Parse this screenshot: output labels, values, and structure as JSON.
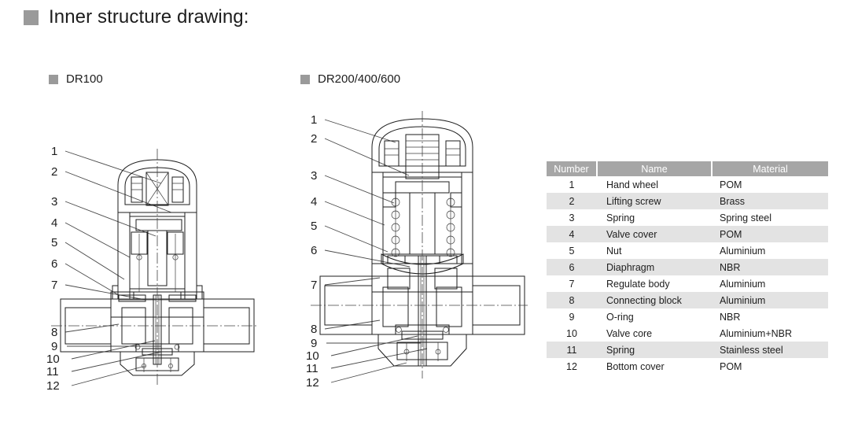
{
  "main_heading": {
    "text": "Inner structure drawing:",
    "bullet": "square-bullet"
  },
  "sections": [
    {
      "id": "dr100",
      "label": "DR100"
    },
    {
      "id": "dr200",
      "label": "DR200/400/600"
    }
  ],
  "callouts": {
    "dr100": [
      "1",
      "2",
      "3",
      "4",
      "5",
      "6",
      "7",
      "8",
      "9",
      "10",
      "11",
      "12"
    ],
    "dr200": [
      "1",
      "2",
      "3",
      "4",
      "5",
      "6",
      "7",
      "8",
      "9",
      "10",
      "11",
      "12"
    ]
  },
  "parts_table": {
    "headers": [
      "Number",
      "Name",
      "Material"
    ],
    "rows": [
      {
        "number": "1",
        "name": "Hand wheel",
        "material": "POM"
      },
      {
        "number": "2",
        "name": "Lifting screw",
        "material": "Brass"
      },
      {
        "number": "3",
        "name": "Spring",
        "material": "Spring steel"
      },
      {
        "number": "4",
        "name": "Valve cover",
        "material": "POM"
      },
      {
        "number": "5",
        "name": "Nut",
        "material": "Aluminium"
      },
      {
        "number": "6",
        "name": "Diaphragm",
        "material": "NBR"
      },
      {
        "number": "7",
        "name": "Regulate body",
        "material": "Aluminium"
      },
      {
        "number": "8",
        "name": "Connecting block",
        "material": "Aluminium"
      },
      {
        "number": "9",
        "name": "O-ring",
        "material": "NBR"
      },
      {
        "number": "10",
        "name": "Valve core",
        "material": "Aluminium+NBR"
      },
      {
        "number": "11",
        "name": "Spring",
        "material": "Stainless steel"
      },
      {
        "number": "12",
        "name": "Bottom cover",
        "material": "POM"
      }
    ]
  },
  "colors": {
    "bullet": "#9a9a9a",
    "table_header_bg": "#a6a6a6",
    "table_header_text": "#ffffff",
    "table_alt_row_bg": "#e3e3e3",
    "text": "#1d1d1d",
    "line": "#1d1d1d",
    "fill_light": "#f2f2f2",
    "fill_mid": "#d9d9d9",
    "fill_dark": "#b3b3b3"
  }
}
